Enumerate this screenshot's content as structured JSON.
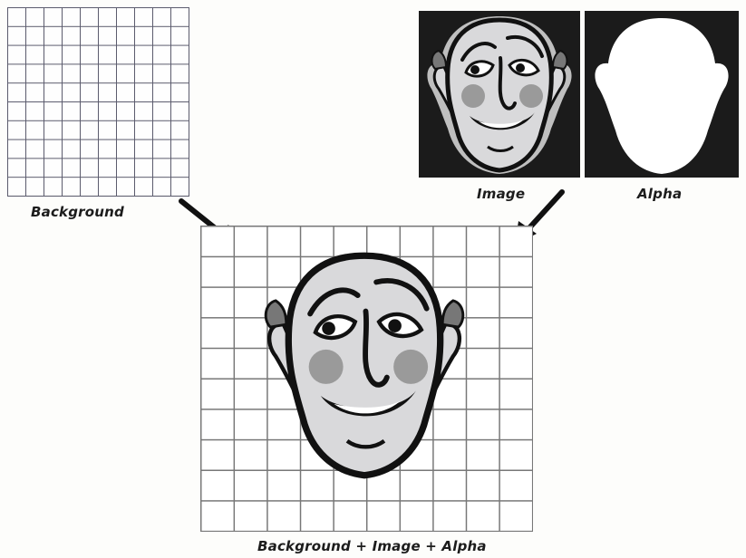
{
  "labels": {
    "background": "Background",
    "image": "Image",
    "alpha": "Alpha",
    "composite": "Background + Image + Alpha"
  },
  "icons": {
    "arrow_left": "arrow-down-right-icon",
    "arrow_right": "arrow-down-left-icon"
  },
  "colors": {
    "panel_bg": "#1b1b1b",
    "face_fill": "#d9d9db",
    "cheek": "#9a9a9a",
    "outline": "#111111",
    "grid_line": "#777777"
  }
}
